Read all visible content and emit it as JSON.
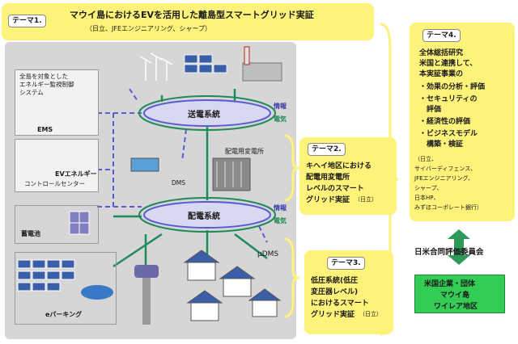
{
  "theme1": {
    "tag": "テーマ1.",
    "title": "マウイ島におけるEVを活用した離島型スマートグリッド実証",
    "companies": "（日立、JFEエンジニアリング、シャープ）"
  },
  "monitoring": {
    "line1": "全島を対象とした",
    "line2": "エネルギー監視制御",
    "line3": "システム",
    "ems": "EMS",
    "ev_center_line1": "EVエネルギー",
    "ev_center_line2": "コントロールセンター"
  },
  "grid": {
    "transmission": "送電系統",
    "distribution": "配電系統",
    "info": "情報",
    "power": "電気",
    "substation": "配電用変電所",
    "dms": "DMS",
    "mu_dms": "μDMS",
    "battery": "蓄電池",
    "eparking": "eパーキング"
  },
  "theme2": {
    "tag": "テーマ2.",
    "lines": [
      "キヘイ地区における",
      "配電用変電所",
      "レベルのスマート",
      "グリッド実証"
    ],
    "company": "（日立）"
  },
  "theme3": {
    "tag": "テーマ3.",
    "lines": [
      "低圧系統(低圧",
      "変圧器レベル)",
      "におけるスマート",
      "グリッド実証"
    ],
    "company": "（日立）"
  },
  "theme4": {
    "tag": "テーマ4.",
    "lines": [
      "全体総括研究",
      "米国と連携して、",
      "本実証事業の"
    ],
    "bullets": [
      "・効果の分析・評価",
      "・セキュリティの",
      "　評価",
      "・経済性の評価",
      "・ビジネスモデル",
      "　構築・検証"
    ],
    "companies": [
      "（日立、",
      "サイバーディフェンス、",
      "JFEエンジニアリング、",
      "シャープ、",
      "日本HP、",
      "みずほコーポレート銀行）"
    ]
  },
  "committee": "日米合同評価委員会",
  "partners": [
    "米国企業・団体",
    "マウイ島",
    "ワイレア地区"
  ],
  "colors": {
    "yellow": "#fdf27a",
    "grey_panel": "#d6d6d6",
    "ring_fill": "#d8d8f2",
    "info_line": "#5a5ad6",
    "power_line": "#1f8a5a",
    "green": "#33cc55"
  }
}
